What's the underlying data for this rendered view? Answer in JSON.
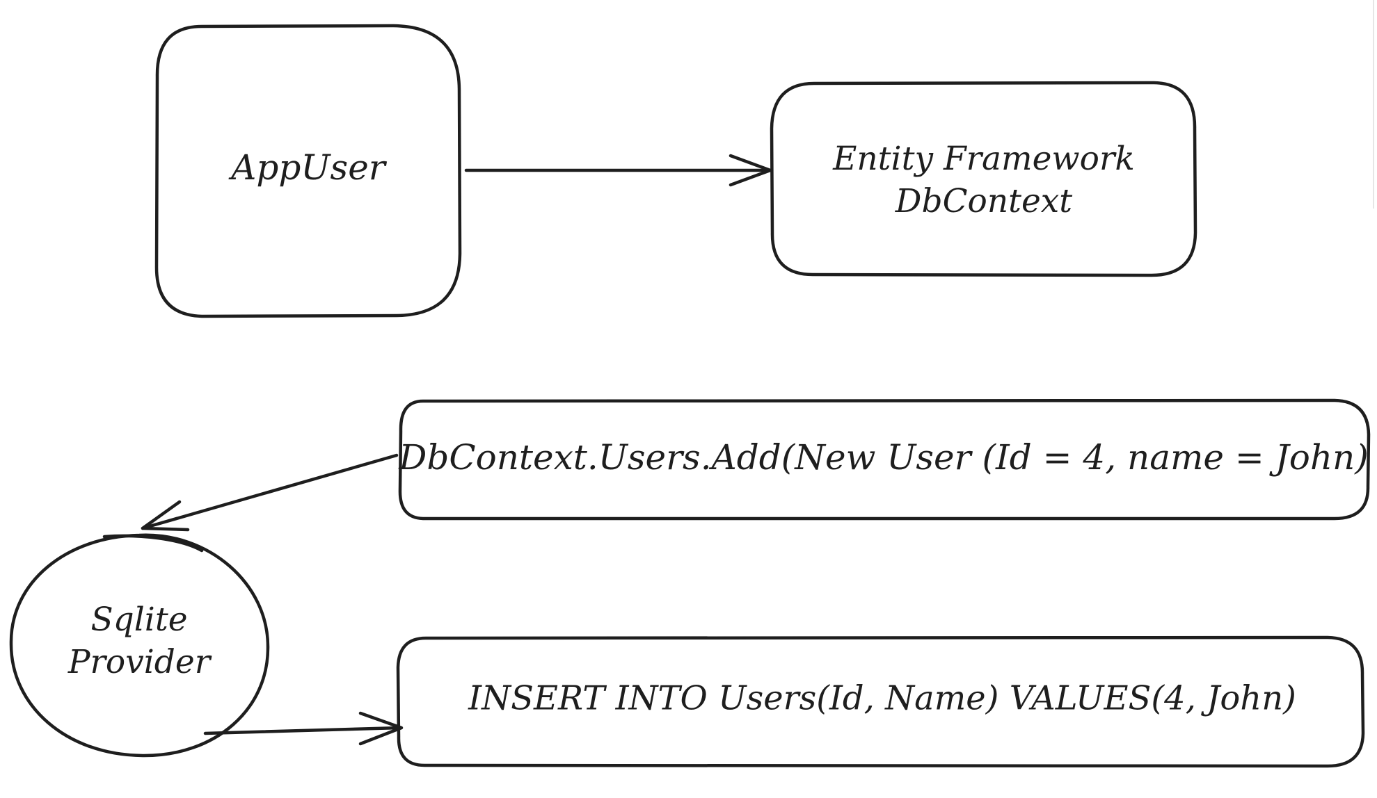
{
  "diagram": {
    "nodes": {
      "app_user": {
        "label": "AppUser"
      },
      "dbcontext": {
        "line1": "Entity Framework",
        "line2": "DbContext"
      },
      "add_call": {
        "label": "DbContext.Users.Add(New User (Id = 4, name = John)"
      },
      "sqlite": {
        "line1": "Sqlite",
        "line2": "Provider"
      },
      "insert_sql": {
        "label": "INSERT INTO Users(Id, Name) VALUES(4, John)"
      }
    },
    "edges": [
      {
        "from": "app_user",
        "to": "dbcontext"
      },
      {
        "from": "add_call",
        "to": "sqlite"
      },
      {
        "from": "sqlite",
        "to": "insert_sql"
      }
    ]
  },
  "colors": {
    "stroke": "#1e1e1e",
    "background": "#ffffff"
  }
}
